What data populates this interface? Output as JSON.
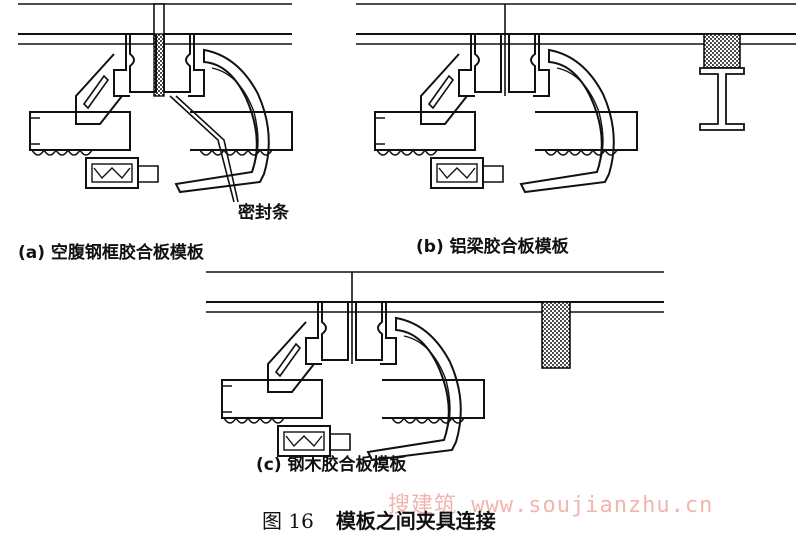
{
  "labels": {
    "seal": "密封条",
    "a": "(a) 空腹钢框胶合板模板",
    "b": "(b) 铝梁胶合板模板",
    "c": "(c) 钢木胶合板模板"
  },
  "caption": {
    "number": "图 16",
    "title": "模板之间夹具连接"
  },
  "watermark": "搜建筑 www.soujianzhu.cn",
  "colors": {
    "line": "#111111",
    "background": "#ffffff",
    "watermark": "#f0a7a0"
  }
}
